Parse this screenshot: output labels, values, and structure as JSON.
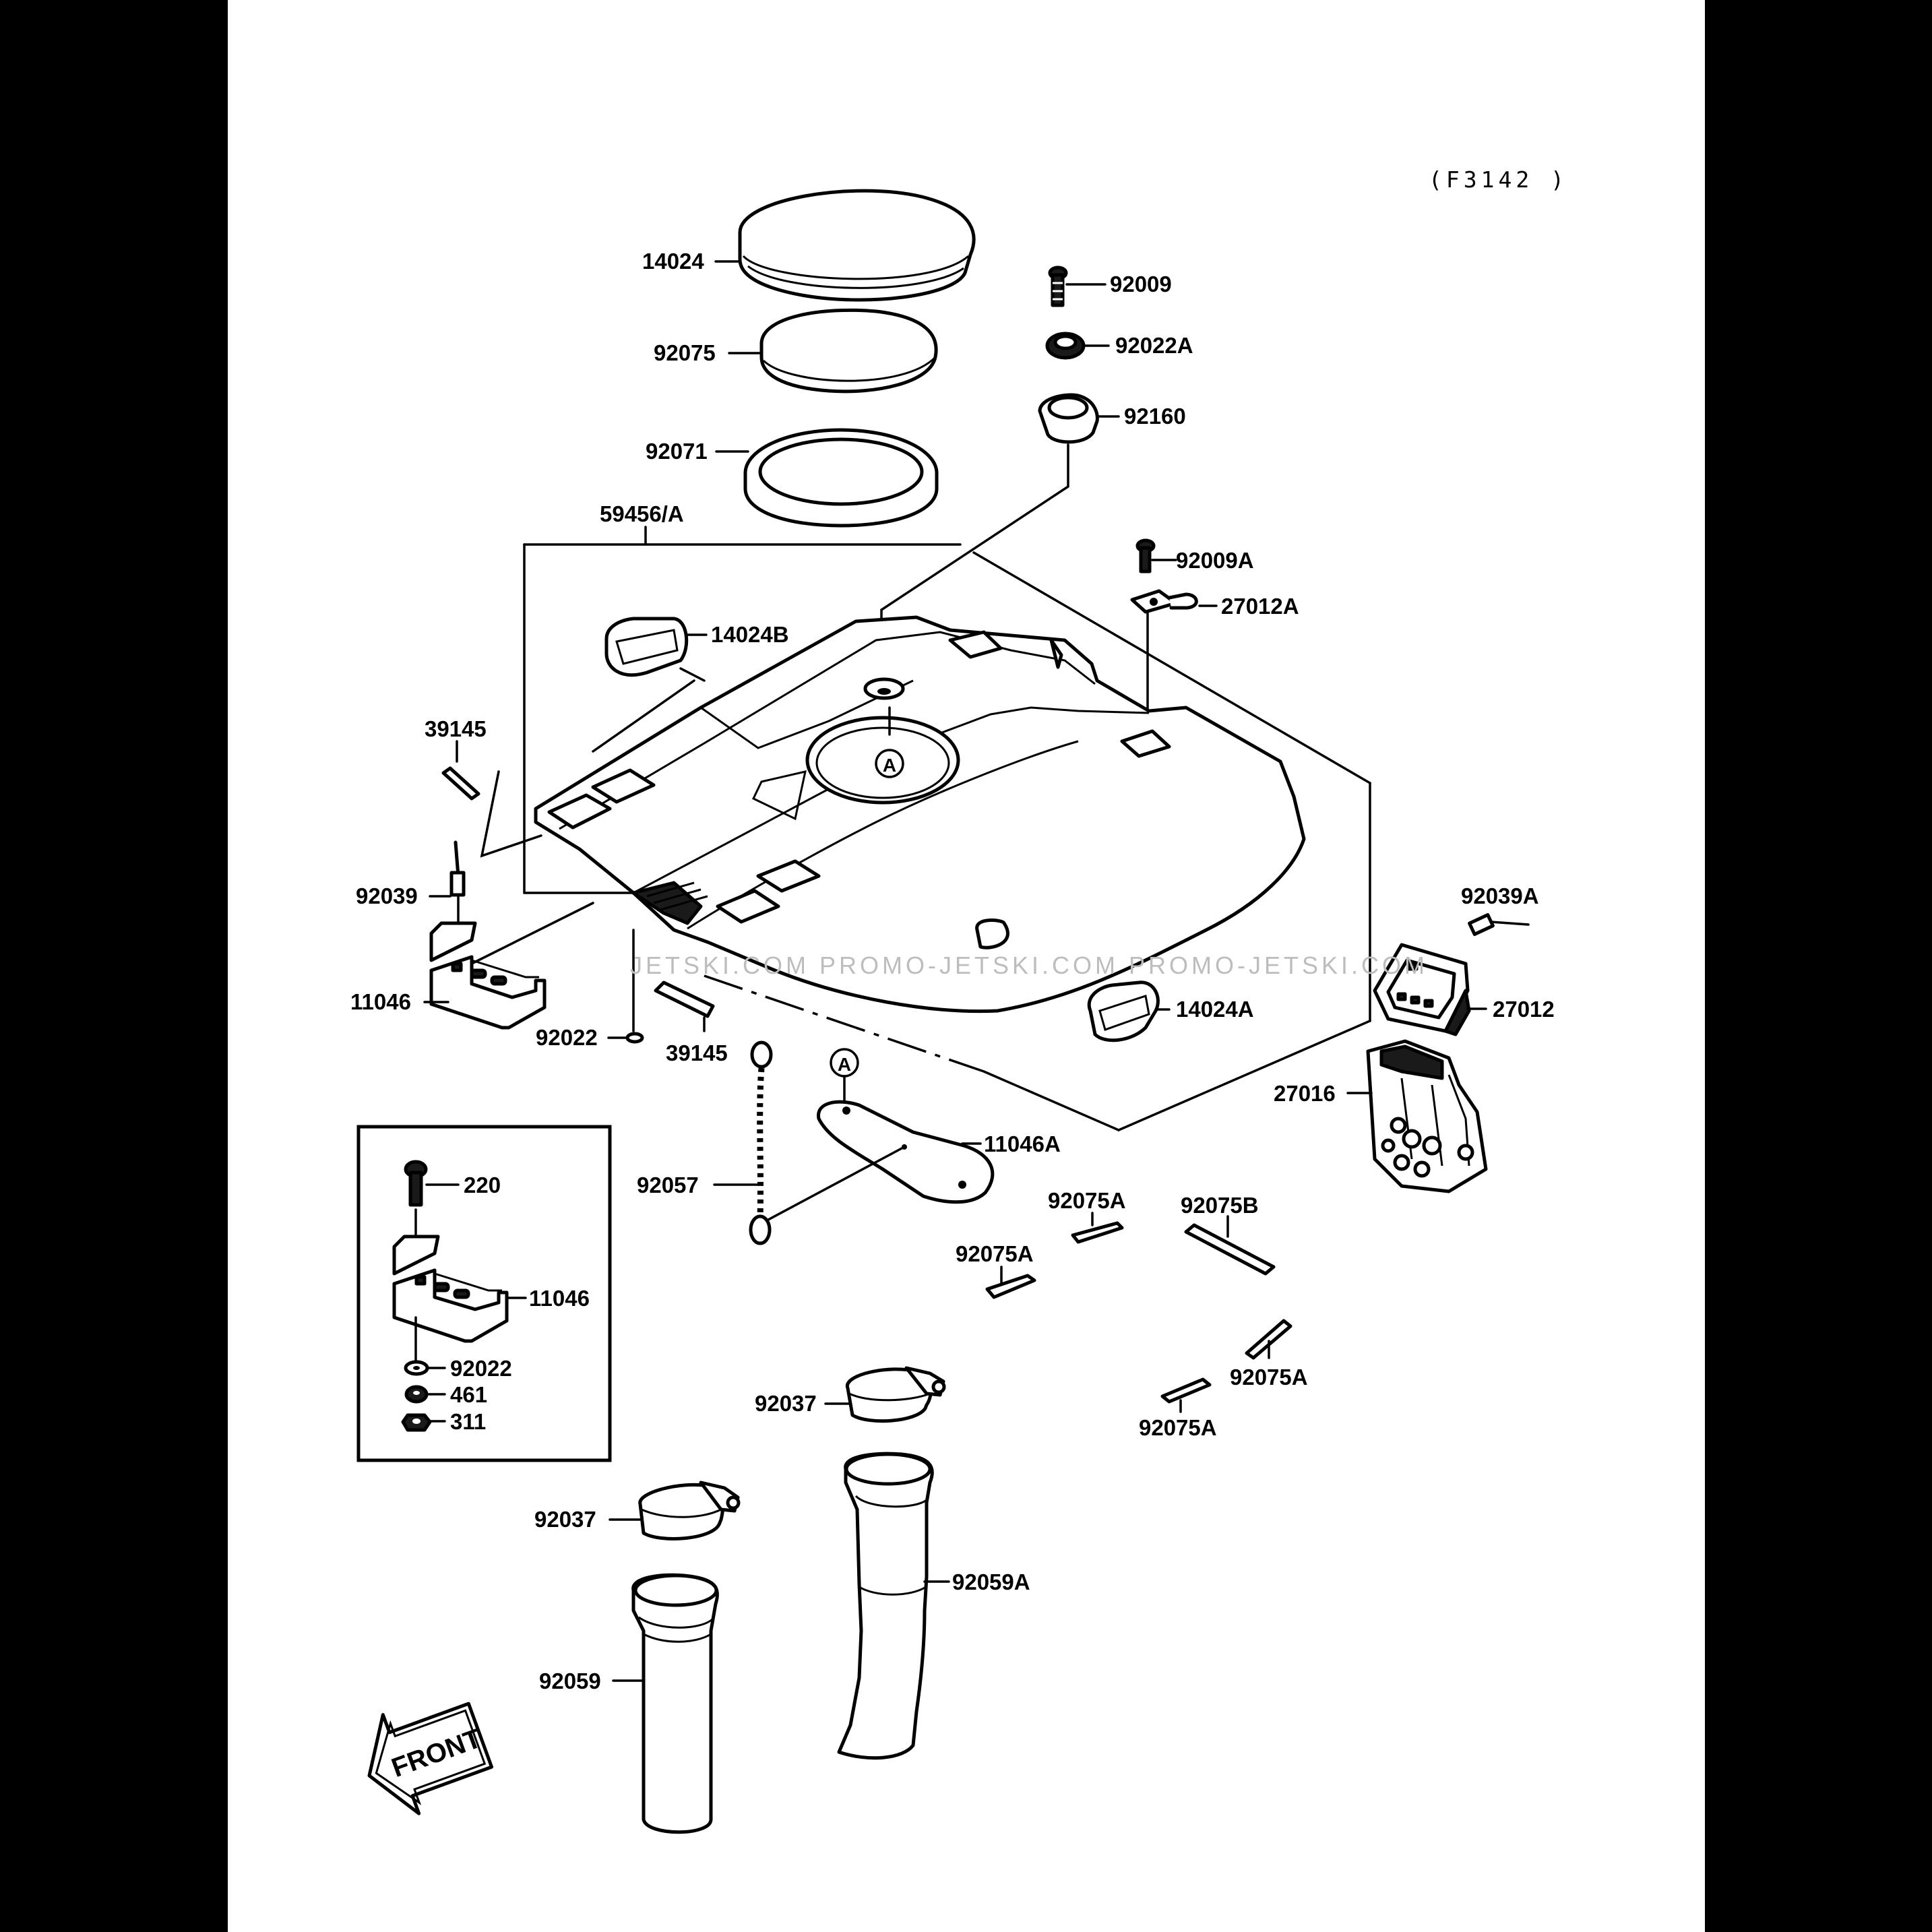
{
  "figure_ref": "(F3142 )",
  "front_label": "FRONT",
  "callout_a": "A",
  "watermark": "JETSKI.COM   PROMO-JETSKI.COM   PROMO-JETSKI.COM",
  "parts": {
    "p14024": "14024",
    "p92075": "92075",
    "p92071": "92071",
    "p59456": "59456/A",
    "p92009": "92009",
    "p92022A": "92022A",
    "p92160": "92160",
    "p92009A": "92009A",
    "p27012A": "27012A",
    "p14024B": "14024B",
    "p39145a": "39145",
    "p92039": "92039",
    "p11046a": "11046",
    "p92022a": "92022",
    "p39145b": "39145",
    "p92039A": "92039A",
    "p27012": "27012",
    "p14024A": "14024A",
    "p27016": "27016",
    "p11046A": "11046A",
    "p92057": "92057",
    "p220": "220",
    "p11046b": "11046",
    "p92022b": "92022",
    "p461": "461",
    "p311": "311",
    "p92075A1": "92075A",
    "p92075B": "92075B",
    "p92075A2": "92075A",
    "p92075A3": "92075A",
    "p92075A4": "92075A",
    "p92037a": "92037",
    "p92037b": "92037",
    "p92059A": "92059A",
    "p92059": "92059"
  }
}
